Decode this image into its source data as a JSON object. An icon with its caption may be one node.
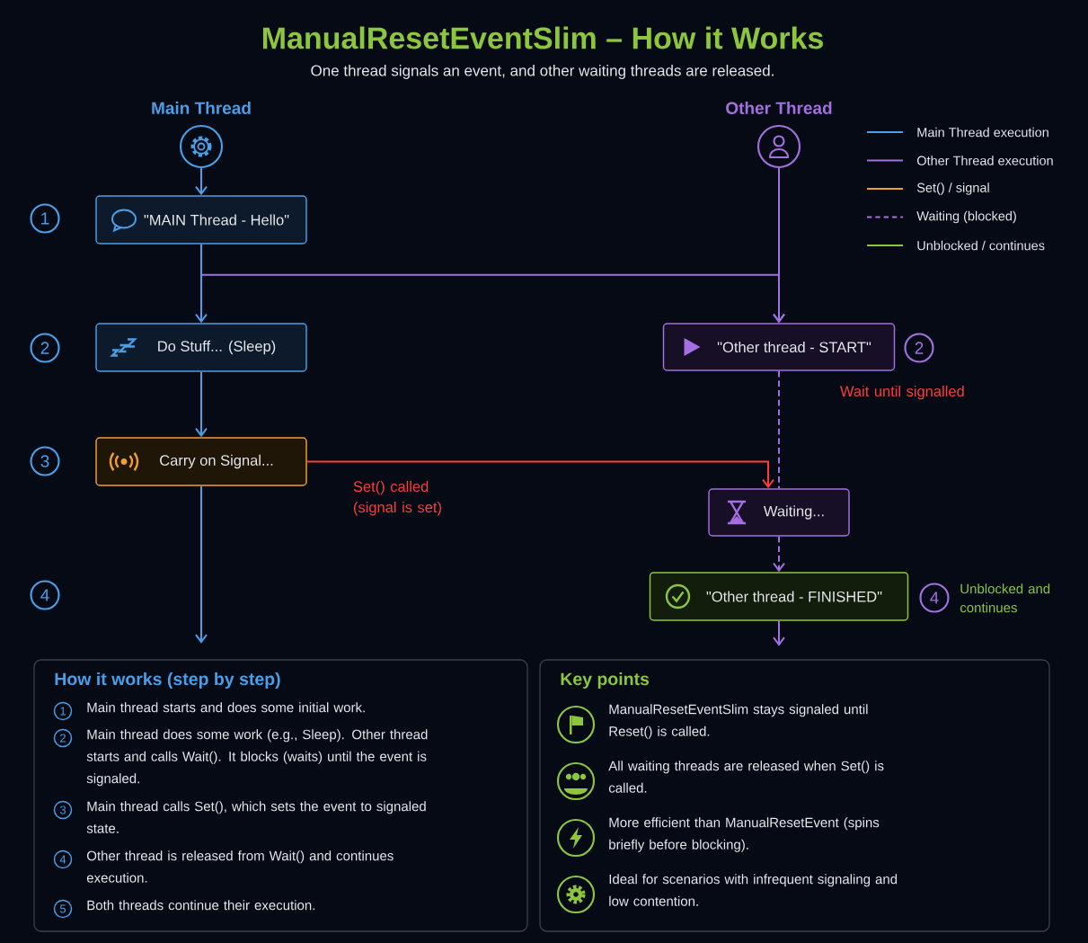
{
  "diagram": {
    "title": "ManualResetEventSlim – How it Works",
    "nodes": [
      {
        "text": [
          "Main Thread"
        ]
      },
      {
        "text": [
          "\"MAIN Thread - Hello\""
        ]
      },
      {
        "text": [
          "Do Stuff... (Sleep)"
        ]
      },
      {
        "text": [
          "Carry on Signal..."
        ]
      },
      {
        "text": [
          "Other Thread"
        ]
      },
      {
        "text": [
          "\"Other thread - START\""
        ]
      },
      {
        "text": [
          "Waiting..."
        ]
      },
      {
        "text": [
          "\"Other thread - FINISHED\""
        ]
      },
      {
        "text": [
          "How it works (step by step)",
          "1",
          "Main thread starts and does some initial work.",
          "2",
          "Main thread does some work (e.g., Sleep). Other thread starts and calls Wait(). It blocks (waits) until the event is signaled.",
          "3",
          "Main thread calls Set(), which sets the event to signaled state.",
          "4",
          "Other thread is released from Wait() and continues execution.",
          "5",
          "Both threads continue their execution."
        ]
      },
      {
        "text": [
          "Key points",
          "ManualResetEventSlim stays signaled until Reset() is called.",
          "All waiting threads are released when Set() is called.",
          "More efficient than ManualResetEvent (spins briefly before blocking).",
          "Ideal for scenarios with infrequent signaling and low contention."
        ]
      }
    ],
    "edges": [
      {
        "from": 0,
        "to": 1,
        "arrow": "to",
        "color": "#4a9fe8"
      },
      {
        "from": 1,
        "to": 2,
        "arrow": "to",
        "color": "#4a9fe8"
      },
      {
        "from": 1,
        "to": 5,
        "arrow": "to",
        "color": "#a46fe0"
      },
      {
        "from": 4,
        "to": 5,
        "arrow": "to",
        "color": "#a46fe0"
      },
      {
        "from": 2,
        "to": 3,
        "arrow": "to",
        "color": "#4a9fe8"
      },
      {
        "from": 3,
        "to": 6,
        "arrow": "to",
        "color": "#ff3b3b",
        "label": "Set() called (signal is set)"
      },
      {
        "from": 5,
        "to": 6,
        "arrow": "none",
        "color": "#a46fe0",
        "style": "dashed",
        "label": "Wait until signalled"
      },
      {
        "from": 6,
        "to": 7,
        "arrow": "to",
        "color": "#a46fe0",
        "style": "dashed"
      },
      {
        "from": 3,
        "to": null,
        "arrow": "to",
        "color": "#4a9fe8"
      },
      {
        "from": 7,
        "to": null,
        "arrow": "to",
        "color": "#a46fe0"
      }
    ],
    "labels": [
      "One thread signals an event, and other waiting threads are released.",
      "1",
      "2",
      "2",
      "3",
      "4",
      "4",
      "Unblocked and continues"
    ],
    "legend": [
      {
        "text": "Main Thread execution"
      },
      {
        "text": "Other Thread execution"
      },
      {
        "text": "Set() / signal"
      },
      {
        "text": "Waiting (blocked)"
      },
      {
        "text": "Unblocked / continues"
      }
    ]
  }
}
